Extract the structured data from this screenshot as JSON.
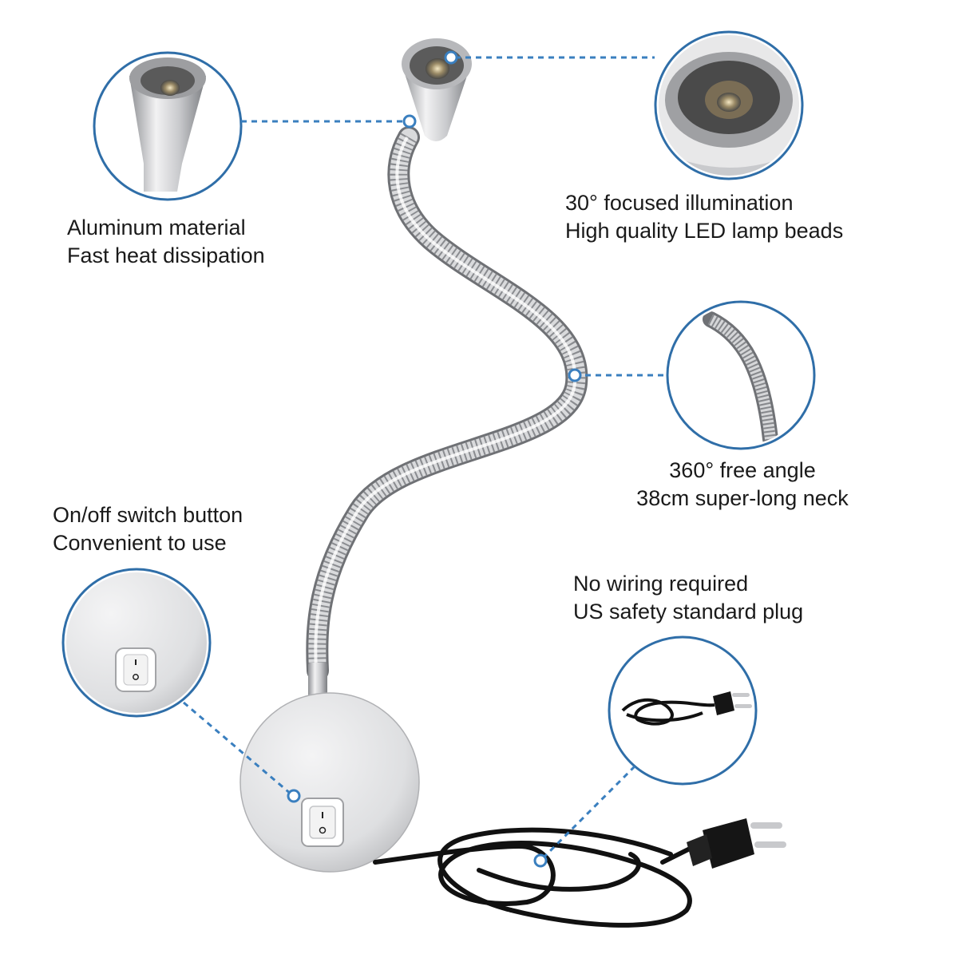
{
  "colors": {
    "callout_ring": "#2f6ea8",
    "leader_dash": "#3a7fbf",
    "metal_light": "#e9e9ea",
    "metal_dark": "#8d8f93",
    "cable": "#111111",
    "text": "#1a1a1a"
  },
  "icons": [
    "lamp-head-icon",
    "led-bead-icon",
    "gooseneck-icon",
    "power-plug-icon",
    "rocker-switch-icon"
  ],
  "callouts": {
    "aluminum": {
      "line1": "Aluminum material",
      "line2": "Fast heat dissipation"
    },
    "focused": {
      "line1": "30° focused illumination",
      "line2": "High quality LED lamp beads"
    },
    "angle": {
      "line1": "360° free angle",
      "line2": "38cm super-long neck"
    },
    "switch": {
      "line1": "On/off switch button",
      "line2": "Convenient to use"
    },
    "plug": {
      "line1": "No wiring required",
      "line2": "US safety standard plug"
    }
  }
}
